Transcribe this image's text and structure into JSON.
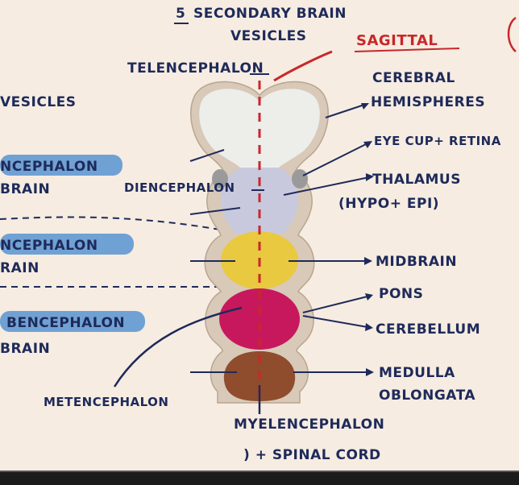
{
  "title": {
    "number": "5",
    "line1": "SECONDARY BRAIN",
    "line2": "VESICLES"
  },
  "sagittal": "SAGITTAL",
  "left_column": {
    "vesicles": "VESICLES",
    "prosencephalon": "NCEPHALON",
    "forebrain": "BRAIN",
    "mesencephalon": "NCEPHALON",
    "midbrain": "RAIN",
    "rhombencephalon": "BENCEPHALON",
    "hindbrain": "BRAIN"
  },
  "vesicle_labels": {
    "telencephalon": "TELENCEPHALON",
    "diencephalon": "DIENCEPHALON",
    "metencephalon": "METENCEPHALON",
    "myelencephalon": "MYELENCEPHALON",
    "spinal_cord": ") + SPINAL CORD"
  },
  "derivatives": {
    "cerebral_hemispheres_1": "CEREBRAL",
    "cerebral_hemispheres_2": "HEMISPHERES",
    "eye_cup": "EYE CUP+ RETINA",
    "thalamus": "THALAMUS",
    "hypo_epi": "(HYPO+ EPI)",
    "midbrain": "MIDBRAIN",
    "pons": "PONS",
    "cerebellum": "CEREBELLUM",
    "medulla_1": "MEDULLA",
    "medulla_2": "OBLONGATA"
  },
  "colors": {
    "background": "#f6ece1",
    "ink": "#1e2a5a",
    "red": "#c7282b",
    "highlight": "#4f8fd1",
    "telencephalon_fill": "#ededea",
    "diencephalon_fill": "#c9c9de",
    "mesencephalon_fill": "#e9c93f",
    "metencephalon_fill": "#c7185e",
    "myelencephalon_fill": "#8f4d2e",
    "tube_wall": "#d8c9b8"
  }
}
